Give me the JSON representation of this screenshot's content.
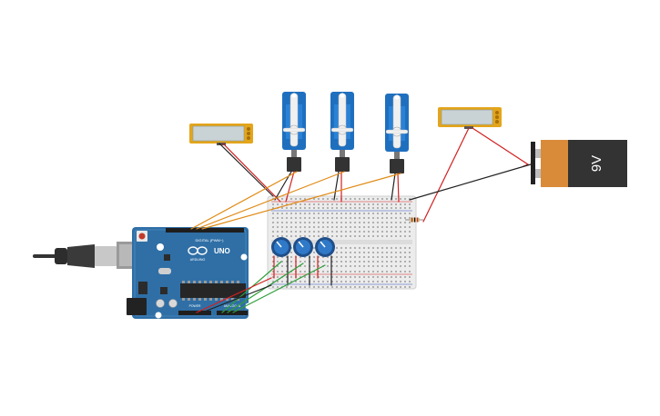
{
  "arduino": {
    "model_label": "UNO",
    "brand_label": "ARDUINO",
    "digital_label": "DIGITAL (PWM~)",
    "power_label": "POWER",
    "analog_label": "ANALOG IN"
  },
  "battery": {
    "label": "9V"
  },
  "colors": {
    "wire_red": "#d22020",
    "wire_black": "#222222",
    "wire_orange": "#e08a14",
    "wire_green": "#2e9e3a",
    "arduino_blue": "#2f6fa6",
    "servo_blue": "#1f6fbf",
    "lcd_frame": "#e3a51a",
    "lcd_screen": "#c9d3d6",
    "battery_body": "#333333",
    "battery_top": "#d98b3a",
    "breadboard": "#ececec"
  },
  "icons": [
    "usb-cable-icon",
    "infinity-logo-icon",
    "servo-icon",
    "potentiometer-icon",
    "resistor-icon"
  ]
}
